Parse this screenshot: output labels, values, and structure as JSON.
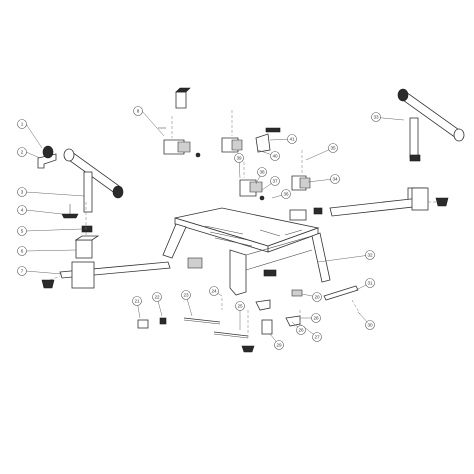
{
  "callouts": [
    {
      "id": "c1",
      "text": "1"
    },
    {
      "id": "c2",
      "text": "2"
    },
    {
      "id": "c3",
      "text": "3"
    },
    {
      "id": "c4",
      "text": "4"
    },
    {
      "id": "c5",
      "text": "5"
    },
    {
      "id": "c6",
      "text": "6"
    },
    {
      "id": "c7",
      "text": "7"
    },
    {
      "id": "c8",
      "text": "8"
    },
    {
      "id": "c20",
      "text": "20"
    },
    {
      "id": "c21",
      "text": "21"
    },
    {
      "id": "c22",
      "text": "22"
    },
    {
      "id": "c23",
      "text": "23"
    },
    {
      "id": "c24",
      "text": "24"
    },
    {
      "id": "c25",
      "text": "25"
    },
    {
      "id": "c26",
      "text": "26"
    },
    {
      "id": "c27",
      "text": "27"
    },
    {
      "id": "c28",
      "text": "28"
    },
    {
      "id": "c29",
      "text": "29"
    },
    {
      "id": "c30",
      "text": "30"
    },
    {
      "id": "c31",
      "text": "31"
    },
    {
      "id": "c32",
      "text": "32"
    },
    {
      "id": "c33",
      "text": "33"
    },
    {
      "id": "c34",
      "text": "34"
    },
    {
      "id": "c35",
      "text": "35"
    },
    {
      "id": "c36",
      "text": "36"
    },
    {
      "id": "c37",
      "text": "37"
    },
    {
      "id": "c38",
      "text": "38"
    },
    {
      "id": "c39",
      "text": "39"
    },
    {
      "id": "c40",
      "text": "40"
    },
    {
      "id": "c41",
      "text": "41"
    }
  ]
}
